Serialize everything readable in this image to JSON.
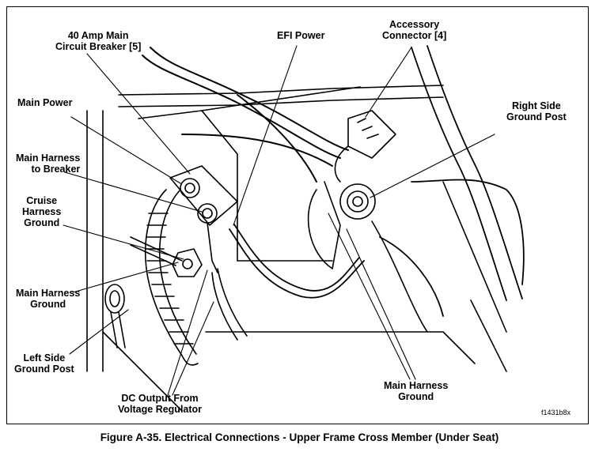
{
  "labels": {
    "breaker_40a": [
      "40 Amp Main",
      "Circuit Breaker [5]"
    ],
    "efi_power": "EFI Power",
    "accessory_connector": [
      "Accessory",
      "Connector [4]"
    ],
    "main_power": "Main Power",
    "right_side_ground_post": [
      "Right Side",
      "Ground Post"
    ],
    "main_harness_to_breaker": [
      "Main Harness",
      "to Breaker"
    ],
    "cruise_harness_ground": [
      "Cruise",
      "Harness",
      "Ground"
    ],
    "main_harness_ground_left": [
      "Main Harness",
      "Ground"
    ],
    "left_side_ground_post": [
      "Left Side",
      "Ground Post"
    ],
    "dc_output": [
      "DC Output From",
      "Voltage Regulator"
    ],
    "main_harness_ground_right": [
      "Main Harness",
      "Ground"
    ]
  },
  "figure_code": "f1431b8x",
  "caption": "Figure A-35. Electrical Connections - Upper Frame Cross Member (Under Seat)"
}
